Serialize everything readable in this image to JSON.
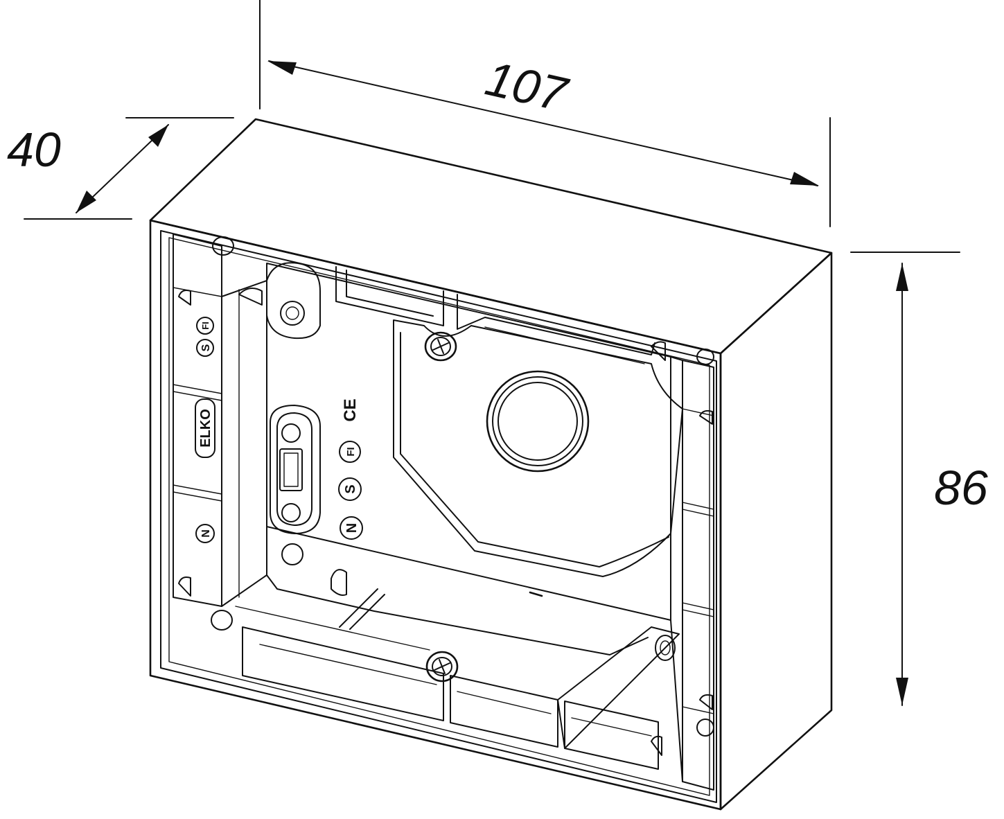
{
  "diagram": {
    "dimensions": {
      "width": "107",
      "depth": "40",
      "height": "86"
    },
    "markings": {
      "brand": "ELKO",
      "ce": "CE",
      "fi": "FI",
      "s": "S",
      "n": "N"
    },
    "colors": {
      "line": "#111111",
      "background": "#ffffff"
    }
  }
}
